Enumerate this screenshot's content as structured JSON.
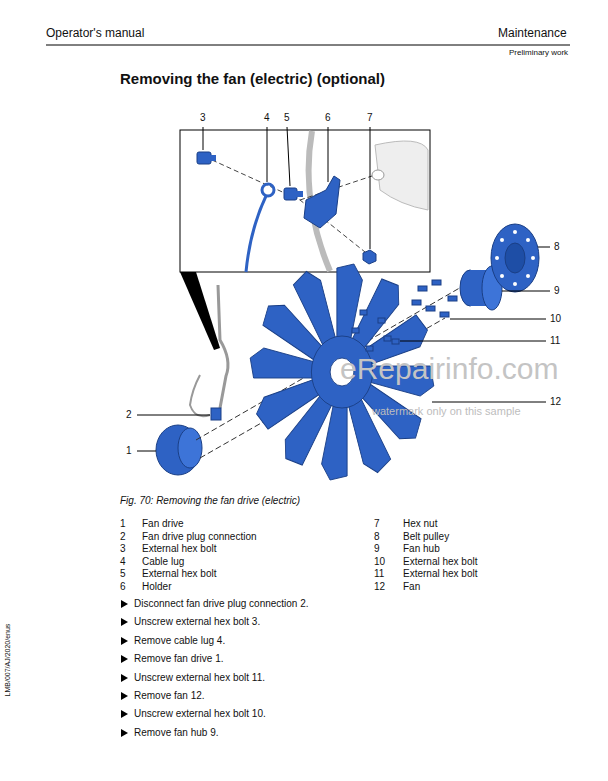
{
  "diagram": {
    "title": "Removing the fan (electric) (optional)",
    "caption": "Fig. 70: Removing the fan drive (electric)",
    "labels": [
      "Operator's manual",
      "Maintenance",
      "Preliminary work",
      "3",
      "4",
      "5",
      "6",
      "7",
      "8",
      "9",
      "10",
      "11",
      "2",
      "12",
      "1",
      "eRepairinfo.com",
      "watermark only on this sample",
      "1",
      "Fan drive",
      "2",
      "Fan drive plug connection",
      "3",
      "External hex bolt",
      "4",
      "Cable lug",
      "5",
      "External hex bolt",
      "6",
      "Holder",
      "7",
      "Hex nut",
      "8",
      "Belt pulley",
      "9",
      "Fan hub",
      "10",
      "External hex bolt",
      "11",
      "External hex bolt",
      "12",
      "Fan",
      "Disconnect fan drive plug connection 2.",
      "Unscrew external hex bolt 3.",
      "Remove cable lug 4.",
      "Remove fan drive 1.",
      "Unscrew external hex bolt 11.",
      "Remove fan 12.",
      "Unscrew external hex bolt 10.",
      "Remove fan hub 9.",
      "LMB/007/AJ/2020/enus"
    ]
  }
}
